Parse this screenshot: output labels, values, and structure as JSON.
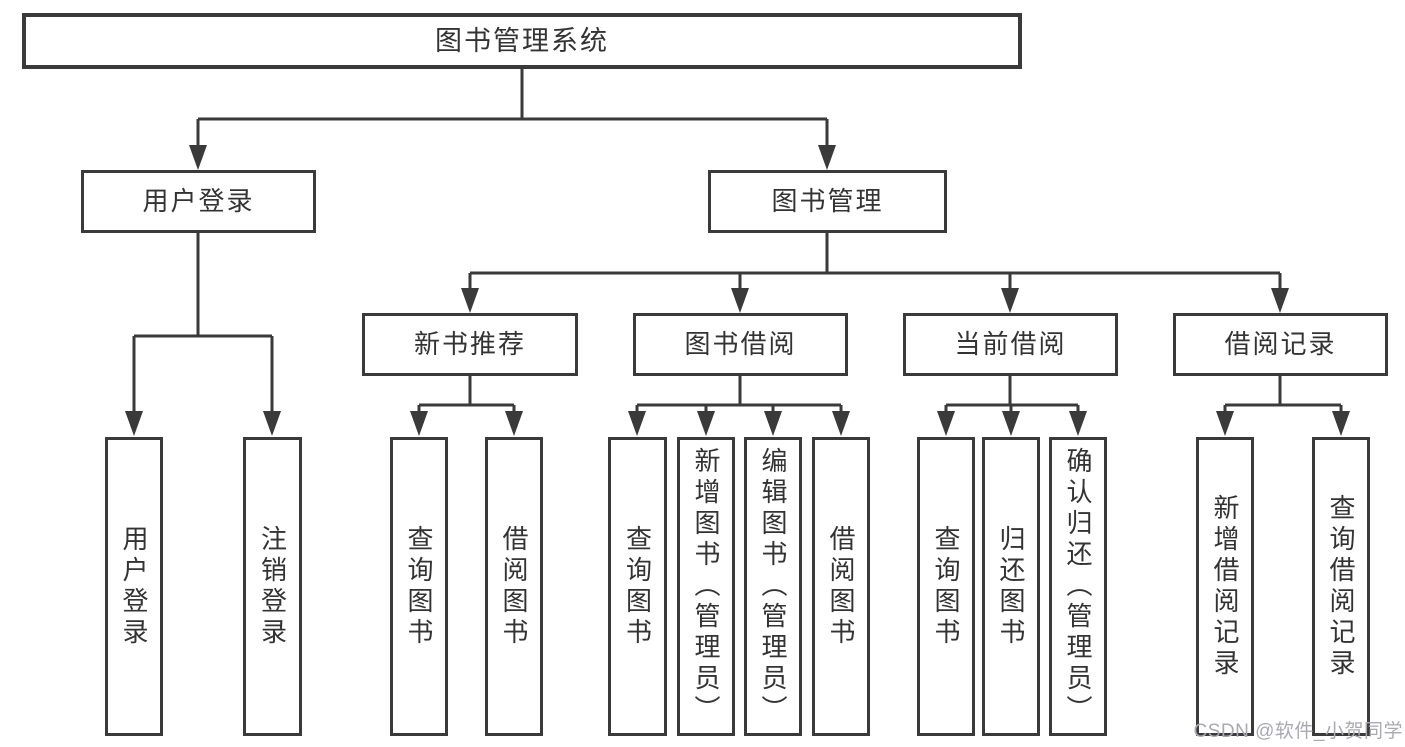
{
  "tree": {
    "root": {
      "label": "图书管理系统"
    },
    "branches": [
      {
        "label": "用户登录",
        "children": [
          {
            "label": "用户登录"
          },
          {
            "label": "注销登录"
          }
        ]
      },
      {
        "label": "图书管理",
        "children": [
          {
            "label": "新书推荐",
            "children": [
              {
                "label": "查询图书"
              },
              {
                "label": "借阅图书"
              }
            ]
          },
          {
            "label": "图书借阅",
            "children": [
              {
                "label": "查询图书"
              },
              {
                "label": "新增图书（管理员）"
              },
              {
                "label": "编辑图书（管理员）"
              },
              {
                "label": "借阅图书"
              }
            ]
          },
          {
            "label": "当前借阅",
            "children": [
              {
                "label": "查询图书"
              },
              {
                "label": "归还图书"
              },
              {
                "label": "确认归还（管理员）"
              }
            ]
          },
          {
            "label": "借阅记录",
            "children": [
              {
                "label": "新增借阅记录"
              },
              {
                "label": "查询借阅记录"
              }
            ]
          }
        ]
      }
    ]
  },
  "watermark": {
    "text": "CSDN @软件_小贺同学"
  },
  "colors": {
    "line": "#3a3a3a",
    "text": "#333333",
    "background": "#ffffff",
    "watermark": "#a9a9b2"
  }
}
